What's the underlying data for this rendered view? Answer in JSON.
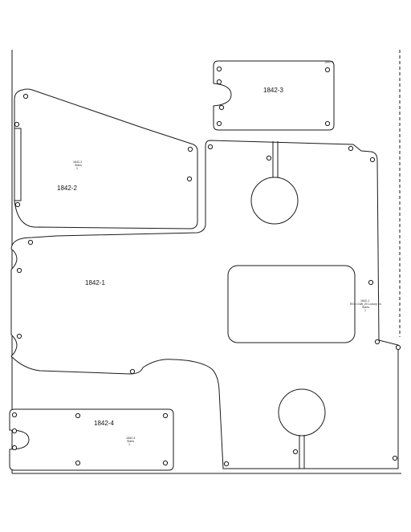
{
  "parts": {
    "p1": {
      "label": "1842-1",
      "tag": {
        "line1": "1842-1",
        "line2": "Eh'n Craft_20 Luxury Lb.",
        "line3": "Sides",
        "line4": "1"
      }
    },
    "p2": {
      "label": "1842-2",
      "tag": {
        "line1": "1842-2",
        "line2": "Sides",
        "line3": "1"
      }
    },
    "p3": {
      "label": "1842-3",
      "tag": {
        "line1": "1842-3"
      }
    },
    "p4": {
      "label": "1842-4",
      "tag": {
        "line1": "1842-4",
        "line2": "Sides",
        "line3": "1"
      }
    }
  },
  "colors": {
    "stroke": "#1a1a1a",
    "background": "#ffffff"
  },
  "icons": {
    "fastener": "screw-hole-icon"
  }
}
